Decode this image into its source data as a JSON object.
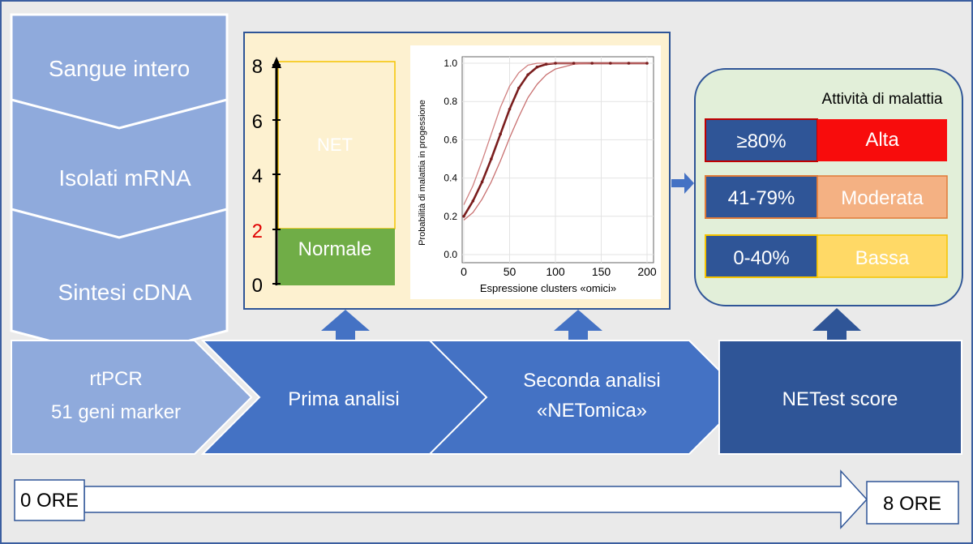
{
  "process_steps": [
    "Sangue intero",
    "Isolati mRNA",
    "Sintesi cDNA"
  ],
  "pipeline": {
    "rtpcr_line1": "rtPCR",
    "rtpcr_line2": "51 geni marker",
    "prima": "Prima analisi",
    "seconda_line1": "Seconda analisi",
    "seconda_line2": "«NETomica»",
    "score": "NETest score"
  },
  "scale_panel": {
    "ticks": [
      "0",
      "2",
      "4",
      "6",
      "8"
    ],
    "zone_net": "NET",
    "zone_normal": "Normale",
    "normal_max": 2,
    "max": 8
  },
  "chart_data": {
    "type": "line",
    "xlabel": "Espressione clusters «omici»",
    "ylabel": "Probabilità di malattia in progessione",
    "xlim": [
      0,
      200
    ],
    "ylim": [
      0,
      1
    ],
    "xticks": [
      "0",
      "50",
      "100",
      "150",
      "200"
    ],
    "yticks": [
      "0.0",
      "0.2",
      "0.4",
      "0.6",
      "0.8",
      "1.0"
    ],
    "x": [
      0,
      10,
      20,
      30,
      40,
      50,
      60,
      70,
      80,
      90,
      100,
      120,
      140,
      160,
      180,
      200
    ],
    "series": [
      {
        "values": [
          0.2,
          0.28,
          0.38,
          0.5,
          0.63,
          0.76,
          0.87,
          0.94,
          0.98,
          0.995,
          1.0,
          1.0,
          1.0,
          1.0,
          1.0,
          1.0
        ]
      },
      {
        "values": [
          0.26,
          0.36,
          0.49,
          0.63,
          0.77,
          0.88,
          0.95,
          0.99,
          1.0,
          1.0,
          1.0,
          1.0,
          1.0,
          1.0,
          1.0,
          1.0
        ]
      },
      {
        "values": [
          0.18,
          0.22,
          0.29,
          0.38,
          0.49,
          0.61,
          0.72,
          0.82,
          0.89,
          0.94,
          0.97,
          0.995,
          1.0,
          1.0,
          1.0,
          1.0
        ]
      }
    ],
    "grid": true
  },
  "activity": {
    "title": "Attività di malattia",
    "rows": [
      {
        "range": "≥80%",
        "level": "Alta",
        "color": "#f80c0c"
      },
      {
        "range": "41-79%",
        "level": "Moderata",
        "color": "#f4b183"
      },
      {
        "range": "0-40%",
        "level": "Bassa",
        "color": "#ffd966"
      }
    ]
  },
  "timeline": {
    "start": "0 ORE",
    "end": "8 ORE"
  },
  "colors": {
    "step_light": "#8faadc",
    "step_mid": "#4472c4",
    "step_dark": "#2f5597",
    "panel_bg": "#fdf1d0",
    "net_zone": "#fdf1d0",
    "normal_zone": "#70ad47",
    "activity_bg": "#e2efd9"
  }
}
